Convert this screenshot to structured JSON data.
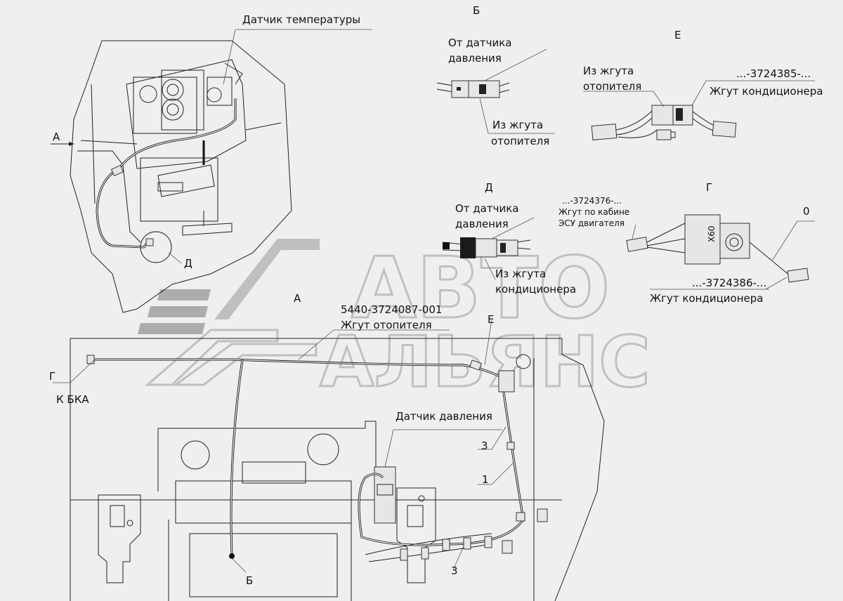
{
  "labels": {
    "temp_sensor": "Датчик температуры",
    "view_b": "Б",
    "view_e": "Е",
    "view_d": "Д",
    "view_g": "Г",
    "view_a": "А",
    "from_pressure_sensor_1": "От датчика",
    "from_pressure_sensor_2": "давления",
    "from_heater_harness_1": "Из жгута",
    "from_heater_harness_2": "отопителя",
    "from_heater_harness_e_1": "Из жгута",
    "from_heater_harness_e_2": "отопителя",
    "e_part_number": "...-3724385-...",
    "ac_harness_e": "Жгут кондиционера",
    "d_from_pressure_1": "От датчика",
    "d_from_pressure_2": "давления",
    "d_from_ac_harness_1": "Из жгута",
    "d_from_ac_harness_2": "кондиционера",
    "g_part_top": "...-3724376-...",
    "g_cab_harness_1": "Жгут по кабине",
    "g_cab_harness_2": "ЭСУ двигателя",
    "g_zero": "0",
    "g_part_bottom": "...-3724386-...",
    "g_ac_harness": "Жгут кондиционера",
    "main_part": "5440-3724087-001",
    "main_harness": "Жгут отопителя",
    "to_bka": "К БКА",
    "pressure_sensor": "Датчик давления",
    "callout_3a": "3",
    "callout_1": "1",
    "callout_3b": "3",
    "arrow_a": "А",
    "marker_d": "Д",
    "marker_g": "Г",
    "marker_e": "Е",
    "marker_b": "Б",
    "connector_g_code": "Х60",
    "watermark_1": "АВТО",
    "watermark_2": "АЛЬЯНС"
  }
}
